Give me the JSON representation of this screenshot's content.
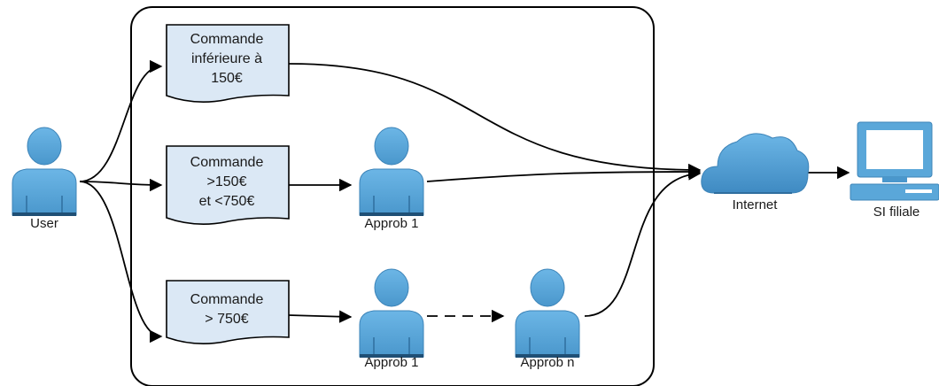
{
  "actors": {
    "user": "User",
    "approb_1_mid": "Approb 1",
    "approb_1_bottom": "Approb 1",
    "approb_n": "Approb n"
  },
  "documents": {
    "doc_1": {
      "lines": [
        "Commande",
        "inférieure à",
        "150€"
      ]
    },
    "doc_2": {
      "lines": [
        "Commande",
        ">150€",
        "et <750€"
      ]
    },
    "doc_3": {
      "lines": [
        "Commande",
        "> 750€"
      ]
    }
  },
  "nodes": {
    "internet": "Internet",
    "si_filiale": "SI filiale"
  },
  "colors": {
    "person_blue": "#5aa7d9",
    "person_dark": "#2f6e9e",
    "doc_fill": "#dbe8f5",
    "cloud_blue": "#5aa7d9",
    "monitor_blue": "#5aa7d9"
  }
}
